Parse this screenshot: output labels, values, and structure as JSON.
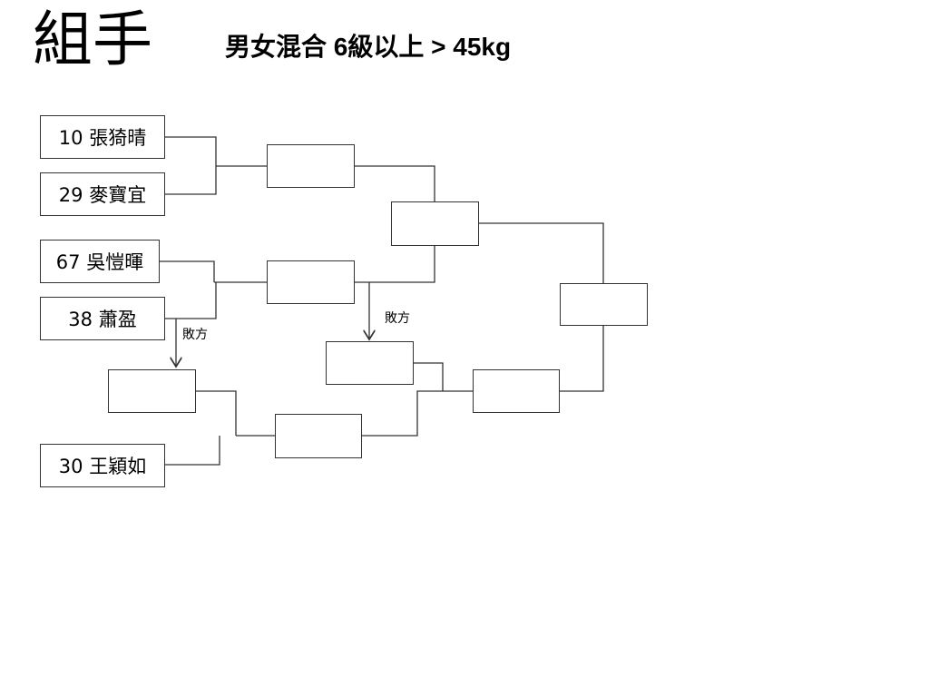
{
  "heading": "組手",
  "subheading": "男女混合 6級以上 > 45kg",
  "entrants": [
    {
      "label": "10 張猗晴"
    },
    {
      "label": "29 麥寶宜"
    },
    {
      "label": "67 吳愷暉"
    },
    {
      "label": "38 蕭盈"
    },
    {
      "label": "30 王穎如"
    }
  ],
  "loser_notes": [
    "敗方",
    "敗方"
  ],
  "colors": {
    "line": "#333333",
    "background": "#ffffff"
  }
}
